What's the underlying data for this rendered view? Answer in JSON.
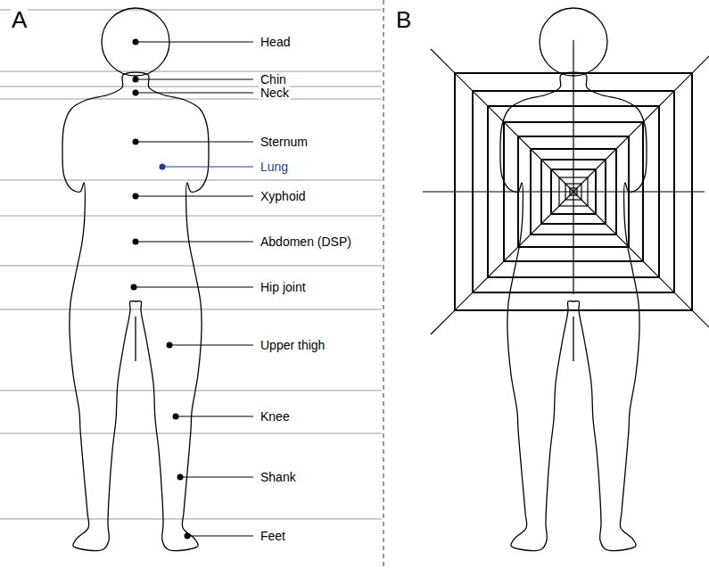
{
  "diagram": {
    "labels": [
      "A",
      "B",
      "Head",
      "Chin",
      "Neck",
      "Sternum",
      "Lung",
      "Xyphoid",
      "Abdomen (DSP)",
      "Hip joint",
      "Upper thigh",
      "Knee",
      "Shank",
      "Feet"
    ]
  }
}
